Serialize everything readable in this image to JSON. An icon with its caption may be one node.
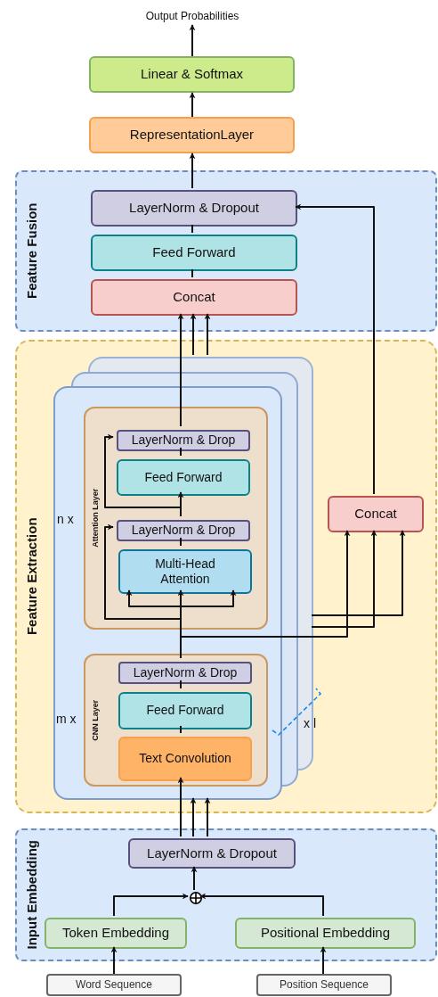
{
  "diagram": {
    "nodes": [
      {
        "text": [
          "Output Probabilities"
        ]
      },
      {
        "text": [
          "Linear & Softmax"
        ]
      },
      {
        "text": [
          "RepresentationLayer"
        ]
      },
      {
        "text": [
          "Feature Fusion"
        ]
      },
      {
        "text": [
          "LayerNorm & Dropout"
        ],
        "in": 3
      },
      {
        "text": [
          "Feed Forward"
        ],
        "in": 3
      },
      {
        "text": [
          "Concat"
        ],
        "in": 3
      },
      {
        "text": [
          "Feature Extraction"
        ]
      },
      {
        "text": [],
        "shape": "box",
        "in": 7
      },
      {
        "text": [
          "Attention Layer"
        ],
        "in": 8
      },
      {
        "text": [
          "LayerNorm & Drop"
        ],
        "in": 9
      },
      {
        "text": [
          "Feed Forward"
        ],
        "in": 9
      },
      {
        "text": [
          "LayerNorm & Drop"
        ],
        "in": 9
      },
      {
        "text": [
          "Multi-Head Attention"
        ],
        "in": 9
      },
      {
        "text": [
          "CNN Layer"
        ],
        "in": 8
      },
      {
        "text": [
          "LayerNorm & Drop"
        ],
        "in": 14
      },
      {
        "text": [
          "Feed Forward"
        ],
        "in": 14
      },
      {
        "text": [
          "Text Convolution"
        ],
        "in": 14
      },
      {
        "text": [
          "Concat"
        ],
        "in": 7
      },
      {
        "text": [
          "Input Embedding"
        ]
      },
      {
        "text": [
          "LayerNorm & Dropout"
        ],
        "in": 19
      },
      {
        "text": [],
        "shape": "circle",
        "in": 19
      },
      {
        "text": [
          "Token Embedding"
        ],
        "in": 19
      },
      {
        "text": [
          "Positional Embedding"
        ],
        "in": 19
      },
      {
        "text": [
          "Word Sequence"
        ]
      },
      {
        "text": [
          "Position Sequence"
        ]
      }
    ],
    "edges": [
      {
        "from": 1,
        "to": 0,
        "arrow": "to"
      },
      {
        "from": 2,
        "to": 1,
        "arrow": "to"
      },
      {
        "from": 4,
        "to": 2,
        "arrow": "to"
      },
      {
        "from": 5,
        "to": 4,
        "arrow": "none"
      },
      {
        "from": 6,
        "to": 5,
        "arrow": "none"
      },
      {
        "from": 10,
        "to": 6,
        "arrow": "to"
      },
      {
        "from": 8,
        "to": 6,
        "arrow": "to"
      },
      {
        "from": 8,
        "to": 6,
        "arrow": "to"
      },
      {
        "from": 18,
        "to": 4,
        "arrow": "to"
      },
      {
        "from": 11,
        "to": 10,
        "arrow": "none"
      },
      {
        "from": 12,
        "to": 11,
        "arrow": "to"
      },
      {
        "from": 12,
        "to": 10,
        "arrow": "to"
      },
      {
        "from": 13,
        "to": 12,
        "arrow": "none"
      },
      {
        "from": 15,
        "to": 13,
        "arrow": "to"
      },
      {
        "from": 15,
        "to": 13,
        "arrow": "to"
      },
      {
        "from": 15,
        "to": 13,
        "arrow": "to"
      },
      {
        "from": 15,
        "to": 12,
        "arrow": "to"
      },
      {
        "from": 15,
        "to": 18,
        "arrow": "to"
      },
      {
        "from": 8,
        "to": 18,
        "arrow": "to"
      },
      {
        "from": 8,
        "to": 18,
        "arrow": "to"
      },
      {
        "from": 16,
        "to": 15,
        "arrow": "none"
      },
      {
        "from": 17,
        "to": 16,
        "arrow": "none"
      },
      {
        "from": 20,
        "to": 17,
        "arrow": "to"
      },
      {
        "from": 20,
        "to": 8,
        "arrow": "to"
      },
      {
        "from": 20,
        "to": 8,
        "arrow": "to"
      },
      {
        "from": 21,
        "to": 20,
        "arrow": "to"
      },
      {
        "from": 22,
        "to": 21,
        "arrow": "to"
      },
      {
        "from": 23,
        "to": 21,
        "arrow": "to"
      },
      {
        "from": 24,
        "to": 22,
        "arrow": "to"
      },
      {
        "from": 25,
        "to": 23,
        "arrow": "to"
      }
    ],
    "labels": [
      "n x",
      "m x",
      "x l"
    ]
  }
}
